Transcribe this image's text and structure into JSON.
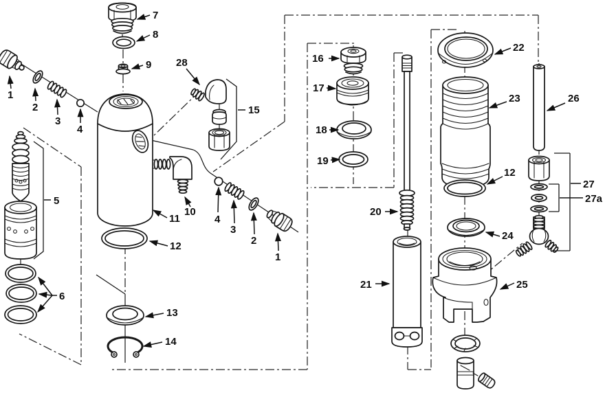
{
  "figure": {
    "kind": "exploded-parts-diagram",
    "callouts": [
      {
        "label": "7"
      },
      {
        "label": "8"
      },
      {
        "label": "9"
      },
      {
        "label": "28"
      },
      {
        "label": "15"
      },
      {
        "label": "1"
      },
      {
        "label": "2"
      },
      {
        "label": "3"
      },
      {
        "label": "4"
      },
      {
        "label": "5"
      },
      {
        "label": "6"
      },
      {
        "label": "11"
      },
      {
        "label": "10"
      },
      {
        "label": "12"
      },
      {
        "label": "4"
      },
      {
        "label": "3"
      },
      {
        "label": "2"
      },
      {
        "label": "1"
      },
      {
        "label": "13"
      },
      {
        "label": "14"
      },
      {
        "label": "16"
      },
      {
        "label": "17"
      },
      {
        "label": "18"
      },
      {
        "label": "19"
      },
      {
        "label": "20"
      },
      {
        "label": "21"
      },
      {
        "label": "22"
      },
      {
        "label": "23"
      },
      {
        "label": "12"
      },
      {
        "label": "24"
      },
      {
        "label": "25"
      },
      {
        "label": "26"
      },
      {
        "label": "27"
      },
      {
        "label": "27a"
      }
    ]
  }
}
